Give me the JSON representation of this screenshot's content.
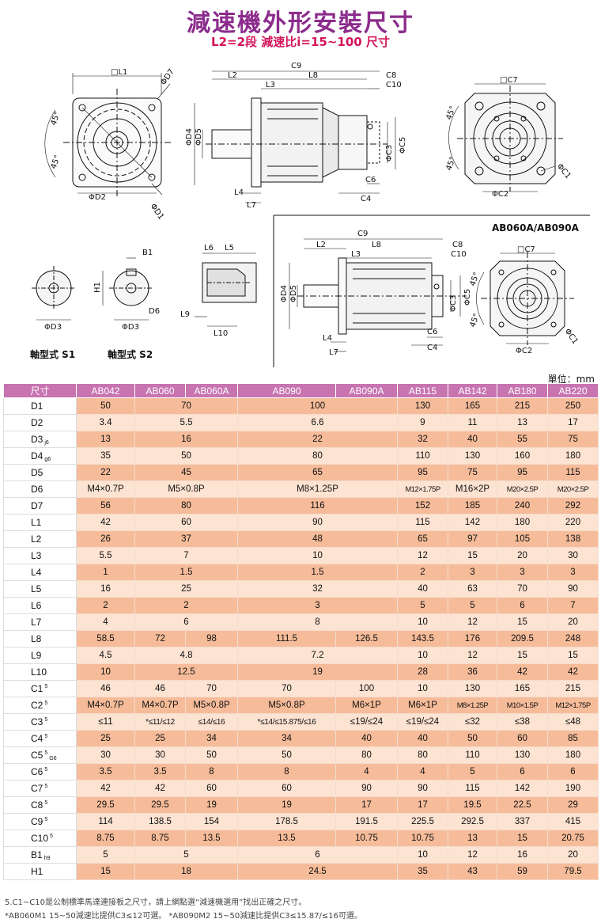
{
  "header": {
    "title": "減速機外形安裝尺寸",
    "subtitle": "L2=2段 減速比i=15~100 尺寸"
  },
  "drawing_labels": {
    "front_sq": "□L1",
    "front_d7": "ΦD7",
    "front_d2": "ΦD2",
    "front_d1": "ΦD1",
    "angle": "45°",
    "side_c9": "C9",
    "side_l2": "L2",
    "side_l8": "L8",
    "side_c8": "C8",
    "side_l3": "L3",
    "side_c10": "C10",
    "side_d4": "ΦD4",
    "side_d5": "ΦD5",
    "side_c3": "ΦC3",
    "side_c5": "ΦC5",
    "side_c6": "C6",
    "side_c4": "C4",
    "side_l4": "L4",
    "side_l7": "L7",
    "back_sq": "□C7",
    "back_c1": "ΦC1",
    "back_c2": "ΦC2",
    "shaft_b1": "B1",
    "shaft_h1": "H1",
    "shaft_d3": "ΦD3",
    "shaft_d6": "D6",
    "shaft_l6": "L6",
    "shaft_l5": "L5",
    "shaft_l9": "L9",
    "shaft_l10": "L10",
    "shaft_s1": "軸型式 S1",
    "shaft_s2": "軸型式 S2",
    "ab_title": "AB060A/AB090A"
  },
  "unit_label": "單位：mm",
  "table": {
    "header": [
      "尺寸",
      "AB042",
      "AB060",
      "AB060A",
      "AB090",
      "AB090A",
      "AB115",
      "AB142",
      "AB180",
      "AB220"
    ],
    "rows": [
      {
        "name": "D1",
        "sub": "",
        "sup": "",
        "cells": [
          [
            "50",
            1
          ],
          [
            "70",
            2
          ],
          [
            "100",
            2
          ],
          [
            "130",
            1
          ],
          [
            "165",
            1
          ],
          [
            "215",
            1
          ],
          [
            "250",
            1
          ]
        ]
      },
      {
        "name": "D2",
        "sub": "",
        "sup": "",
        "cells": [
          [
            "3.4",
            1
          ],
          [
            "5.5",
            2
          ],
          [
            "6.6",
            2
          ],
          [
            "9",
            1
          ],
          [
            "11",
            1
          ],
          [
            "13",
            1
          ],
          [
            "17",
            1
          ]
        ]
      },
      {
        "name": "D3",
        "sub": "j6",
        "sup": "",
        "cells": [
          [
            "13",
            1
          ],
          [
            "16",
            2
          ],
          [
            "22",
            2
          ],
          [
            "32",
            1
          ],
          [
            "40",
            1
          ],
          [
            "55",
            1
          ],
          [
            "75",
            1
          ]
        ]
      },
      {
        "name": "D4",
        "sub": "g6",
        "sup": "",
        "cells": [
          [
            "35",
            1
          ],
          [
            "50",
            2
          ],
          [
            "80",
            2
          ],
          [
            "110",
            1
          ],
          [
            "130",
            1
          ],
          [
            "160",
            1
          ],
          [
            "180",
            1
          ]
        ]
      },
      {
        "name": "D5",
        "sub": "",
        "sup": "",
        "cells": [
          [
            "22",
            1
          ],
          [
            "45",
            2
          ],
          [
            "65",
            2
          ],
          [
            "95",
            1
          ],
          [
            "75",
            1
          ],
          [
            "95",
            1
          ],
          [
            "115",
            1
          ]
        ]
      },
      {
        "name": "D6",
        "sub": "",
        "sup": "",
        "cells": [
          [
            "M4×0.7P",
            1
          ],
          [
            "M5×0.8P",
            2
          ],
          [
            "M8×1.25P",
            2
          ],
          [
            "M12×1.75P",
            1,
            "xs"
          ],
          [
            "M16×2P",
            1
          ],
          [
            "M20×2.5P",
            1,
            "xs"
          ],
          [
            "M20×2.5P",
            1,
            "xs"
          ]
        ]
      },
      {
        "name": "D7",
        "sub": "",
        "sup": "",
        "cells": [
          [
            "56",
            1
          ],
          [
            "80",
            2
          ],
          [
            "116",
            2
          ],
          [
            "152",
            1
          ],
          [
            "185",
            1
          ],
          [
            "240",
            1
          ],
          [
            "292",
            1
          ]
        ]
      },
      {
        "name": "L1",
        "sub": "",
        "sup": "",
        "cells": [
          [
            "42",
            1
          ],
          [
            "60",
            2
          ],
          [
            "90",
            2
          ],
          [
            "115",
            1
          ],
          [
            "142",
            1
          ],
          [
            "180",
            1
          ],
          [
            "220",
            1
          ]
        ]
      },
      {
        "name": "L2",
        "sub": "",
        "sup": "",
        "cells": [
          [
            "26",
            1
          ],
          [
            "37",
            2
          ],
          [
            "48",
            2
          ],
          [
            "65",
            1
          ],
          [
            "97",
            1
          ],
          [
            "105",
            1
          ],
          [
            "138",
            1
          ]
        ]
      },
      {
        "name": "L3",
        "sub": "",
        "sup": "",
        "cells": [
          [
            "5.5",
            1
          ],
          [
            "7",
            2
          ],
          [
            "10",
            2
          ],
          [
            "12",
            1
          ],
          [
            "15",
            1
          ],
          [
            "20",
            1
          ],
          [
            "30",
            1
          ]
        ]
      },
      {
        "name": "L4",
        "sub": "",
        "sup": "",
        "cells": [
          [
            "1",
            1
          ],
          [
            "1.5",
            2
          ],
          [
            "1.5",
            2
          ],
          [
            "2",
            1
          ],
          [
            "3",
            1
          ],
          [
            "3",
            1
          ],
          [
            "3",
            1
          ]
        ]
      },
      {
        "name": "L5",
        "sub": "",
        "sup": "",
        "cells": [
          [
            "16",
            1
          ],
          [
            "25",
            2
          ],
          [
            "32",
            2
          ],
          [
            "40",
            1
          ],
          [
            "63",
            1
          ],
          [
            "70",
            1
          ],
          [
            "90",
            1
          ]
        ]
      },
      {
        "name": "L6",
        "sub": "",
        "sup": "",
        "cells": [
          [
            "2",
            1
          ],
          [
            "2",
            2
          ],
          [
            "3",
            2
          ],
          [
            "5",
            1
          ],
          [
            "5",
            1
          ],
          [
            "6",
            1
          ],
          [
            "7",
            1
          ]
        ]
      },
      {
        "name": "L7",
        "sub": "",
        "sup": "",
        "cells": [
          [
            "4",
            1
          ],
          [
            "6",
            2
          ],
          [
            "8",
            2
          ],
          [
            "10",
            1
          ],
          [
            "12",
            1
          ],
          [
            "15",
            1
          ],
          [
            "20",
            1
          ]
        ]
      },
      {
        "name": "L8",
        "sub": "",
        "sup": "",
        "cells": [
          [
            "58.5",
            1
          ],
          [
            "72",
            1
          ],
          [
            "98",
            1
          ],
          [
            "111.5",
            1
          ],
          [
            "126.5",
            1
          ],
          [
            "143.5",
            1
          ],
          [
            "176",
            1
          ],
          [
            "209.5",
            1
          ],
          [
            "248",
            1
          ]
        ]
      },
      {
        "name": "L9",
        "sub": "",
        "sup": "",
        "cells": [
          [
            "4.5",
            1
          ],
          [
            "4.8",
            2
          ],
          [
            "7.2",
            2
          ],
          [
            "10",
            1
          ],
          [
            "12",
            1
          ],
          [
            "15",
            1
          ],
          [
            "15",
            1
          ]
        ]
      },
      {
        "name": "L10",
        "sub": "",
        "sup": "",
        "cells": [
          [
            "10",
            1
          ],
          [
            "12.5",
            2
          ],
          [
            "19",
            2
          ],
          [
            "28",
            1
          ],
          [
            "36",
            1
          ],
          [
            "42",
            1
          ],
          [
            "42",
            1
          ]
        ]
      },
      {
        "name": "C1",
        "sub": "",
        "sup": "5",
        "cells": [
          [
            "46",
            1
          ],
          [
            "46",
            1
          ],
          [
            "70",
            1
          ],
          [
            "70",
            1
          ],
          [
            "100",
            1
          ],
          [
            "10",
            1
          ],
          [
            "130",
            1
          ],
          [
            "165",
            1
          ],
          [
            "215",
            1
          ]
        ]
      },
      {
        "name": "C2",
        "sub": "",
        "sup": "5",
        "cells": [
          [
            "M4×0.7P",
            1
          ],
          [
            "M4×0.7P",
            1
          ],
          [
            "M5×0.8P",
            1
          ],
          [
            "M5×0.8P",
            1
          ],
          [
            "M6×1P",
            1
          ],
          [
            "M6×1P",
            1
          ],
          [
            "M8×1.25P",
            1,
            "xs"
          ],
          [
            "M10×1.5P",
            1,
            "xs"
          ],
          [
            "M12×1.75P",
            1,
            "xs"
          ]
        ]
      },
      {
        "name": "C3",
        "sub": "",
        "sup": "5",
        "cells": [
          [
            "≤11",
            1
          ],
          [
            "*≤11/≤12",
            1,
            "sm"
          ],
          [
            "≤14/≤16",
            1,
            "sm"
          ],
          [
            "*≤14/≤15.875/≤16",
            1,
            "sm"
          ],
          [
            "≤19/≤24",
            1
          ],
          [
            "≤19/≤24",
            1
          ],
          [
            "≤32",
            1
          ],
          [
            "≤38",
            1
          ],
          [
            "≤48",
            1
          ]
        ]
      },
      {
        "name": "C4",
        "sub": "",
        "sup": "5",
        "cells": [
          [
            "25",
            1
          ],
          [
            "25",
            1
          ],
          [
            "34",
            1
          ],
          [
            "34",
            1
          ],
          [
            "40",
            1
          ],
          [
            "40",
            1
          ],
          [
            "50",
            1
          ],
          [
            "60",
            1
          ],
          [
            "85",
            1
          ]
        ]
      },
      {
        "name": "C5",
        "sub": "G6",
        "sup": "5",
        "cells": [
          [
            "30",
            1
          ],
          [
            "30",
            1
          ],
          [
            "50",
            1
          ],
          [
            "50",
            1
          ],
          [
            "80",
            1
          ],
          [
            "80",
            1
          ],
          [
            "110",
            1
          ],
          [
            "130",
            1
          ],
          [
            "180",
            1
          ]
        ]
      },
      {
        "name": "C6",
        "sub": "",
        "sup": "5",
        "cells": [
          [
            "3.5",
            1
          ],
          [
            "3.5",
            1
          ],
          [
            "8",
            1
          ],
          [
            "8",
            1
          ],
          [
            "4",
            1
          ],
          [
            "4",
            1
          ],
          [
            "5",
            1
          ],
          [
            "6",
            1
          ],
          [
            "6",
            1
          ]
        ]
      },
      {
        "name": "C7",
        "sub": "",
        "sup": "5",
        "cells": [
          [
            "42",
            1
          ],
          [
            "42",
            1
          ],
          [
            "60",
            1
          ],
          [
            "60",
            1
          ],
          [
            "90",
            1
          ],
          [
            "90",
            1
          ],
          [
            "115",
            1
          ],
          [
            "142",
            1
          ],
          [
            "190",
            1
          ]
        ]
      },
      {
        "name": "C8",
        "sub": "",
        "sup": "5",
        "cells": [
          [
            "29.5",
            1
          ],
          [
            "29.5",
            1
          ],
          [
            "19",
            1
          ],
          [
            "19",
            1
          ],
          [
            "17",
            1
          ],
          [
            "17",
            1
          ],
          [
            "19.5",
            1
          ],
          [
            "22.5",
            1
          ],
          [
            "29",
            1
          ]
        ]
      },
      {
        "name": "C9",
        "sub": "",
        "sup": "5",
        "cells": [
          [
            "114",
            1
          ],
          [
            "138.5",
            1
          ],
          [
            "154",
            1
          ],
          [
            "178.5",
            1
          ],
          [
            "191.5",
            1
          ],
          [
            "225.5",
            1
          ],
          [
            "292.5",
            1
          ],
          [
            "337",
            1
          ],
          [
            "415",
            1
          ]
        ]
      },
      {
        "name": "C10",
        "sub": "",
        "sup": "5",
        "cells": [
          [
            "8.75",
            1
          ],
          [
            "8.75",
            1
          ],
          [
            "13.5",
            1
          ],
          [
            "13.5",
            1
          ],
          [
            "10.75",
            1
          ],
          [
            "10.75",
            1
          ],
          [
            "13",
            1
          ],
          [
            "15",
            1
          ],
          [
            "20.75",
            1
          ]
        ]
      },
      {
        "name": "B1",
        "sub": "h9",
        "sup": "",
        "cells": [
          [
            "5",
            1
          ],
          [
            "5",
            2
          ],
          [
            "6",
            2
          ],
          [
            "10",
            1
          ],
          [
            "12",
            1
          ],
          [
            "16",
            1
          ],
          [
            "20",
            1
          ]
        ]
      },
      {
        "name": "H1",
        "sub": "",
        "sup": "",
        "cells": [
          [
            "15",
            1
          ],
          [
            "18",
            2
          ],
          [
            "24.5",
            2
          ],
          [
            "35",
            1
          ],
          [
            "43",
            1
          ],
          [
            "59",
            1
          ],
          [
            "79.5",
            1
          ]
        ]
      }
    ]
  },
  "notes": {
    "note1": "5.C1~C10是公制標準馬達連接板之尺寸，請上網點選“減速機選用”找出正確之尺寸。",
    "note2": "*AB060M1 15~50減速比提供C3≤12可選。 *AB090M2 15~50減速比提供C3≤15.87/≤16可選。"
  }
}
